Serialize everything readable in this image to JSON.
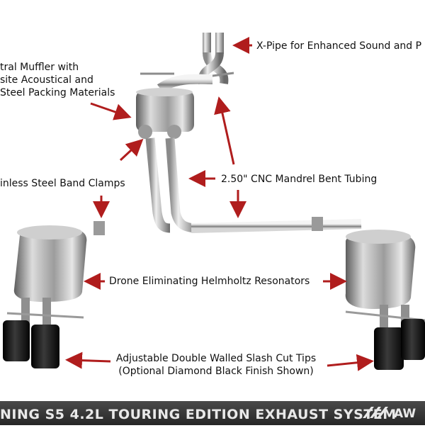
{
  "labels": {
    "xpipe": "X-Pipe for Enhanced Sound and P",
    "muffler_line1": "tral Muffler with",
    "muffler_line2": "site Acoustical and",
    "muffler_line3": "Steel Packing Materials",
    "clamps": "inless Steel Band Clamps",
    "tubing": "2.50\" CNC Mandrel Bent Tubing",
    "resonators": "Drone Eliminating Helmholtz Resonators",
    "tips_line1": "Adjustable Double Walled Slash Cut Tips",
    "tips_line2": "(Optional Diamond Black Finish Shown)"
  },
  "footer": {
    "title": "NING S5 4.2L TOURING EDITION EXHAUST SYSTEM",
    "brand": "AW"
  },
  "colors": {
    "arrow": "#b01d1d",
    "footer_bg": "#333333",
    "chrome_light": "#eeeeee",
    "chrome_dark": "#6f6f6f",
    "tip_black": "#111111"
  }
}
